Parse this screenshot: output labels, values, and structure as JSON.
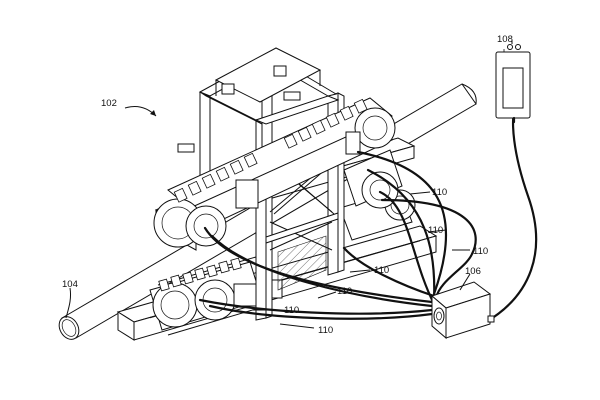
{
  "labels": {
    "apparatus": "102",
    "pipe": "104",
    "control_unit": "106",
    "remote": "108",
    "cable_1": "110",
    "cable_2": "110",
    "cable_3": "110",
    "cable_4": "110",
    "cable_5": "110",
    "cable_6": "110",
    "cable_7": "110"
  },
  "colors": {
    "ink": "#111111",
    "paper": "#ffffff"
  }
}
